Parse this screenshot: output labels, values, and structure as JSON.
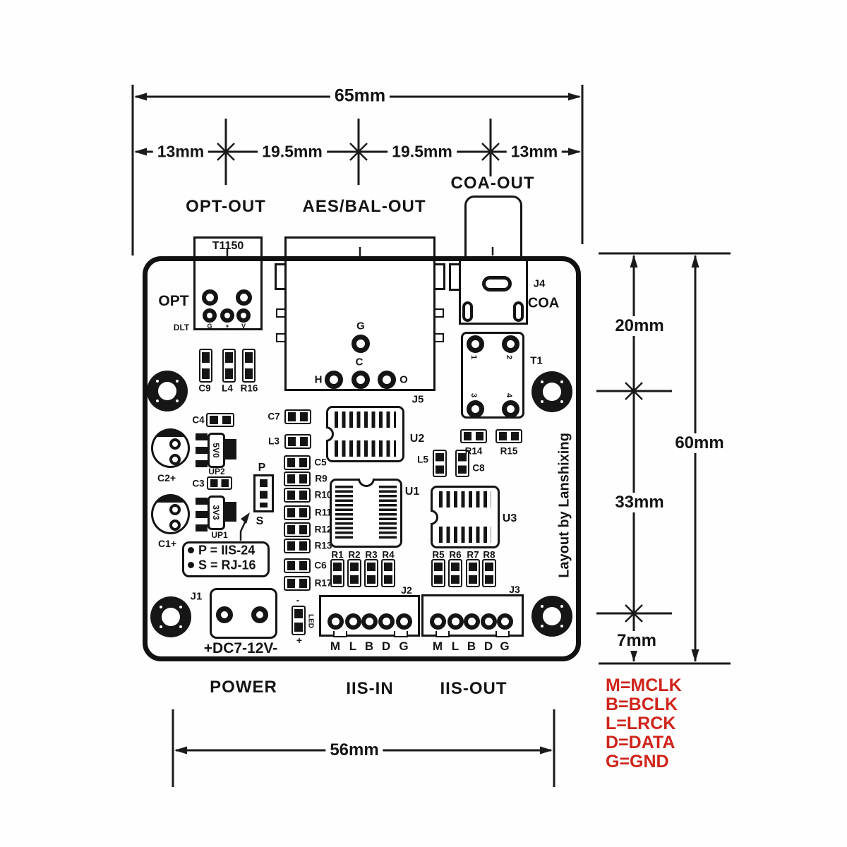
{
  "ink_color": "#141414",
  "legend": {
    "color": "#cf241b",
    "items": [
      "M=MCLK",
      "B=BCLK",
      "L=LRCK",
      "D=DATA",
      "G=GND"
    ]
  },
  "dims": {
    "top_total": "65mm",
    "top_segments": [
      "13mm",
      "19.5mm",
      "19.5mm",
      "13mm"
    ],
    "right_segments": [
      "20mm",
      "33mm",
      "7mm"
    ],
    "right_total": "60mm",
    "bottom_total": "56mm"
  },
  "ports": {
    "opt": "OPT-OUT",
    "aes": "AES/BAL-OUT",
    "coa": "COA-OUT",
    "power": "POWER",
    "iis_in": "IIS-IN",
    "iis_out": "IIS-OUT"
  },
  "board": {
    "credit": "Layout by Lanshixing",
    "opt_module": {
      "part": "T1150",
      "label": "OPT",
      "sub": "DLT",
      "pins": [
        "G",
        "+",
        "V"
      ]
    },
    "coa_module": {
      "ref": "J4",
      "label": "COA"
    },
    "t1": {
      "ref": "T1",
      "pins": [
        "1",
        "2",
        "3",
        "4"
      ]
    },
    "j5": {
      "ref": "J5",
      "top_pad": "G",
      "mid_label": "C",
      "left_pad": "H",
      "right_pad": "O"
    },
    "chips": {
      "u1": "U1",
      "u2": "U2",
      "u3": "U3"
    },
    "passives": {
      "c9": "C9",
      "l4": "L4",
      "r16": "R16",
      "c4": "C4",
      "c3": "C3",
      "c7": "C7",
      "l3": "L3",
      "c5": "C5",
      "r9": "R9",
      "r10": "R10",
      "r11": "R11",
      "r12": "R12",
      "r13": "R13",
      "c6": "C6",
      "r17": "R17",
      "l5": "L5",
      "c8": "C8",
      "r14": "R14",
      "r15": "R15",
      "r1": "R1",
      "r2": "R2",
      "r3": "R3",
      "r4": "R4",
      "r5": "R5",
      "r6": "R6",
      "r7": "R7",
      "r8": "R8"
    },
    "regulators": {
      "up2": {
        "label": "5V0",
        "ref": "UP2"
      },
      "up1": {
        "label": "3V3",
        "ref": "UP1"
      }
    },
    "caps": {
      "c2": "C2+",
      "c1": "C1+"
    },
    "jumper": {
      "p": "P",
      "s": "S",
      "note_p": "P = IIS-24",
      "note_s": "S = RJ-16"
    },
    "power_conn": {
      "ref": "J1",
      "label": "+DC7-12V-"
    },
    "led": {
      "label": "LED",
      "minus": "-",
      "plus": "+"
    },
    "j2": {
      "ref": "J2",
      "pins": [
        "M",
        "L",
        "B",
        "D",
        "G"
      ]
    },
    "j3": {
      "ref": "J3",
      "pins": [
        "M",
        "L",
        "B",
        "D",
        "G"
      ]
    }
  }
}
